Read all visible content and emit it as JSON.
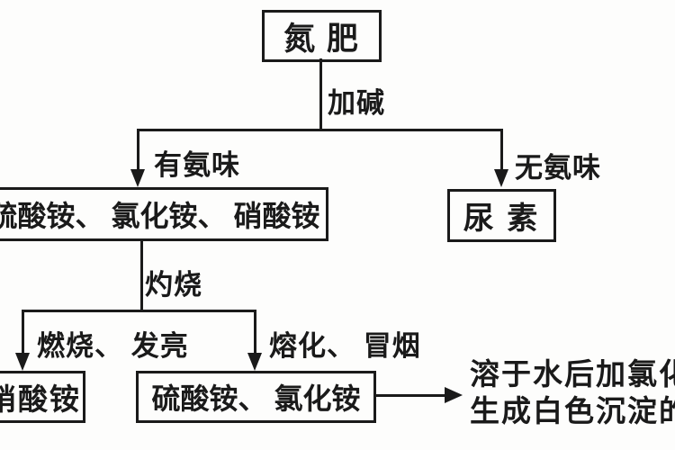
{
  "diagram": {
    "boxes": {
      "nitrogen_fertilizer": "氮 肥",
      "ammonium_salts": "硫酸铵、 氯化铵、 硝酸铵",
      "urea": "尿 素",
      "ammonium_nitrate": "硝酸铵",
      "sulfate_chloride": "硫酸铵、 氯化铵"
    },
    "labels": {
      "add_alkali": "加碱",
      "has_ammonia": "有氨味",
      "no_ammonia": "无氨味",
      "calcination": "灼烧",
      "burn_glow": "燃烧、 发亮",
      "melt_smoke": "熔化、 冒烟"
    },
    "result": {
      "line1": "溶于水后加氯化",
      "line2": "生成白色沉淀的"
    },
    "colors": {
      "ink": "#1a1a1a",
      "background": "#fdfdfc"
    }
  }
}
